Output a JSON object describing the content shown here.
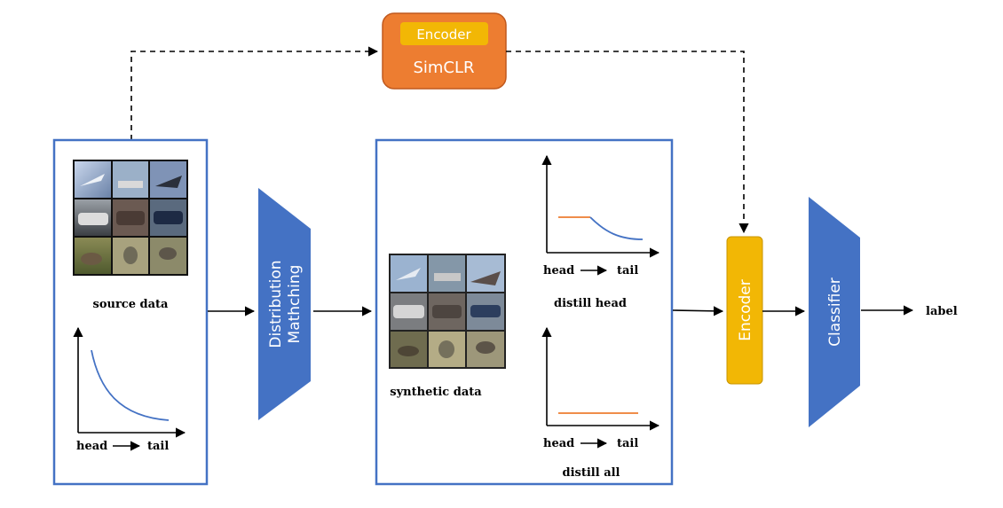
{
  "simclr": {
    "encoder_label": "Encoder",
    "name": "SimCLR",
    "box_color": "#ED7D31",
    "inner_color": "#F2B705"
  },
  "source": {
    "label": "source data",
    "axis_head": "head",
    "axis_tail": "tail",
    "curve": "long-tail decay"
  },
  "distribution_matching": {
    "label_line1": "Distribution",
    "label_line2": "Mathching",
    "color": "#4472C4"
  },
  "synthetic": {
    "label": "synthetic data",
    "distill_head": {
      "label": "distill head",
      "axis_head": "head",
      "axis_tail": "tail"
    },
    "distill_all": {
      "label": "distill all",
      "axis_head": "head",
      "axis_tail": "tail"
    }
  },
  "encoder": {
    "label": "Encoder",
    "color": "#F2B705"
  },
  "classifier": {
    "label": "Classifier",
    "color": "#4472C4"
  },
  "output": {
    "label": "label"
  },
  "colors": {
    "frame": "#4472C4",
    "head_line": "#ED7D31",
    "tail_curve": "#4472C4"
  }
}
